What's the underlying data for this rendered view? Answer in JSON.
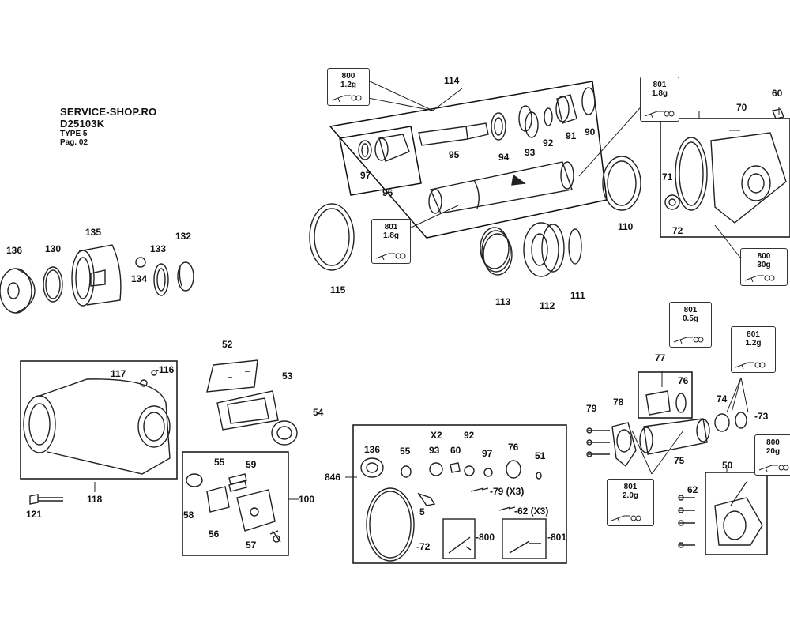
{
  "header": {
    "site": "SERVICE-SHOP.RO",
    "model": "D25103K",
    "type": "TYPE 5",
    "page": "Pag. 02"
  },
  "parts": [
    {
      "key": "p136a",
      "label": "136"
    },
    {
      "key": "p130",
      "label": "130"
    },
    {
      "key": "p135",
      "label": "135"
    },
    {
      "key": "p134",
      "label": "134"
    },
    {
      "key": "p133",
      "label": "133"
    },
    {
      "key": "p132",
      "label": "132"
    },
    {
      "key": "p114",
      "label": "114"
    },
    {
      "key": "p97a",
      "label": "97"
    },
    {
      "key": "p96",
      "label": "96"
    },
    {
      "key": "p95",
      "label": "95"
    },
    {
      "key": "p94",
      "label": "94"
    },
    {
      "key": "p93a",
      "label": "93"
    },
    {
      "key": "p92a",
      "label": "92"
    },
    {
      "key": "p91",
      "label": "91"
    },
    {
      "key": "p90",
      "label": "90"
    },
    {
      "key": "p115",
      "label": "115"
    },
    {
      "key": "p113",
      "label": "113"
    },
    {
      "key": "p112",
      "label": "112"
    },
    {
      "key": "p111",
      "label": "111"
    },
    {
      "key": "p110",
      "label": "110"
    },
    {
      "key": "p70",
      "label": "70"
    },
    {
      "key": "p60a",
      "label": "60"
    },
    {
      "key": "p71",
      "label": "71"
    },
    {
      "key": "p72a",
      "label": "72"
    },
    {
      "key": "p52",
      "label": "52"
    },
    {
      "key": "p53",
      "label": "53"
    },
    {
      "key": "p54",
      "label": "54"
    },
    {
      "key": "p117",
      "label": "117"
    },
    {
      "key": "p116",
      "label": "-116"
    },
    {
      "key": "p118",
      "label": "118"
    },
    {
      "key": "p121",
      "label": "121"
    },
    {
      "key": "p55a",
      "label": "55"
    },
    {
      "key": "p59",
      "label": "59"
    },
    {
      "key": "p58",
      "label": "58"
    },
    {
      "key": "p56",
      "label": "56"
    },
    {
      "key": "p57",
      "label": "57"
    },
    {
      "key": "p100",
      "label": "100"
    },
    {
      "key": "p846",
      "label": "846"
    },
    {
      "key": "p136b",
      "label": "136"
    },
    {
      "key": "p55b",
      "label": "55"
    },
    {
      "key": "pX2",
      "label": "X2"
    },
    {
      "key": "p93b",
      "label": "93"
    },
    {
      "key": "p60b",
      "label": "60"
    },
    {
      "key": "p92b",
      "label": "92"
    },
    {
      "key": "p97b",
      "label": "97"
    },
    {
      "key": "p76a",
      "label": "76"
    },
    {
      "key": "p51",
      "label": "51"
    },
    {
      "key": "p79a",
      "label": "-79 (X3)"
    },
    {
      "key": "p62a",
      "label": "-62 (X3)"
    },
    {
      "key": "p5",
      "label": "5"
    },
    {
      "key": "p72b",
      "label": "-72"
    },
    {
      "key": "p800c",
      "label": "-800"
    },
    {
      "key": "p801d",
      "label": "-801"
    },
    {
      "key": "p77",
      "label": "77"
    },
    {
      "key": "p76b",
      "label": "76"
    },
    {
      "key": "p79b",
      "label": "79"
    },
    {
      "key": "p78",
      "label": "78"
    },
    {
      "key": "p74",
      "label": "74"
    },
    {
      "key": "p73",
      "label": "-73"
    },
    {
      "key": "p75",
      "label": "75"
    },
    {
      "key": "p50",
      "label": "50"
    },
    {
      "key": "p62b",
      "label": "62"
    }
  ],
  "lubricants": [
    {
      "key": "l800a",
      "code": "800",
      "amount": "1.2g"
    },
    {
      "key": "l801a",
      "code": "801",
      "amount": "1.8g"
    },
    {
      "key": "l801b",
      "code": "801",
      "amount": "1.8g"
    },
    {
      "key": "l800b",
      "code": "800",
      "amount": "30g"
    },
    {
      "key": "l801c",
      "code": "801",
      "amount": "0.5g"
    },
    {
      "key": "l801e",
      "code": "801",
      "amount": "1.2g"
    },
    {
      "key": "l800d",
      "code": "800",
      "amount": "20g"
    },
    {
      "key": "l801f",
      "code": "801",
      "amount": "2.0g"
    }
  ]
}
